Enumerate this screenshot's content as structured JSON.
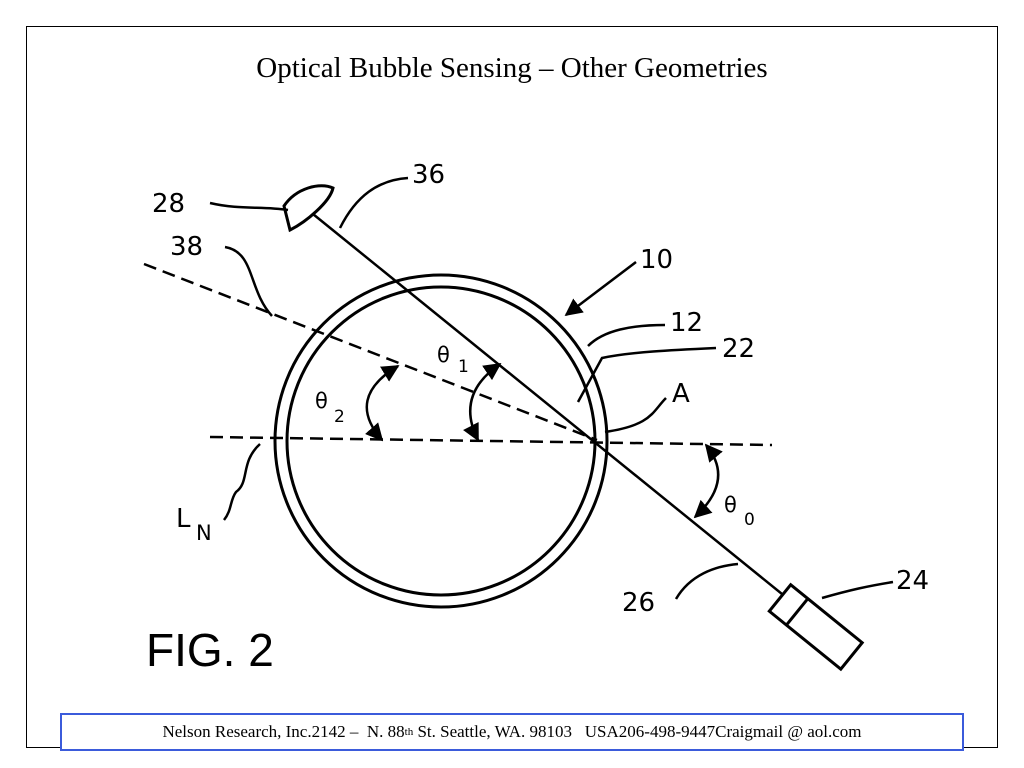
{
  "slide": {
    "title": "Optical Bubble Sensing – Other Geometries"
  },
  "figure": {
    "caption": "FIG. 2",
    "labels": {
      "ref_28": "28",
      "ref_36": "36",
      "ref_38": "38",
      "ref_10": "10",
      "ref_12": "12",
      "ref_22": "22",
      "point_A": "A",
      "theta_1": "θ",
      "theta_1_sub": "1",
      "theta_2": "θ",
      "theta_2_sub": "2",
      "theta_0": "θ",
      "theta_0_sub": "0",
      "normal_line": "L",
      "normal_line_sub": "N",
      "ref_26": "26",
      "ref_24": "24"
    }
  },
  "footer": {
    "company": "Nelson Research, Inc.",
    "address_prefix": "2142 –  N. 88",
    "address_sup": "th",
    "address_suffix": " St. Seattle, WA. 98103   USA",
    "phone": "206-498-9447",
    "email": "Craigmail @ aol.com"
  },
  "colors": {
    "footer_border": "#3b5bdb",
    "ink": "#000000"
  }
}
